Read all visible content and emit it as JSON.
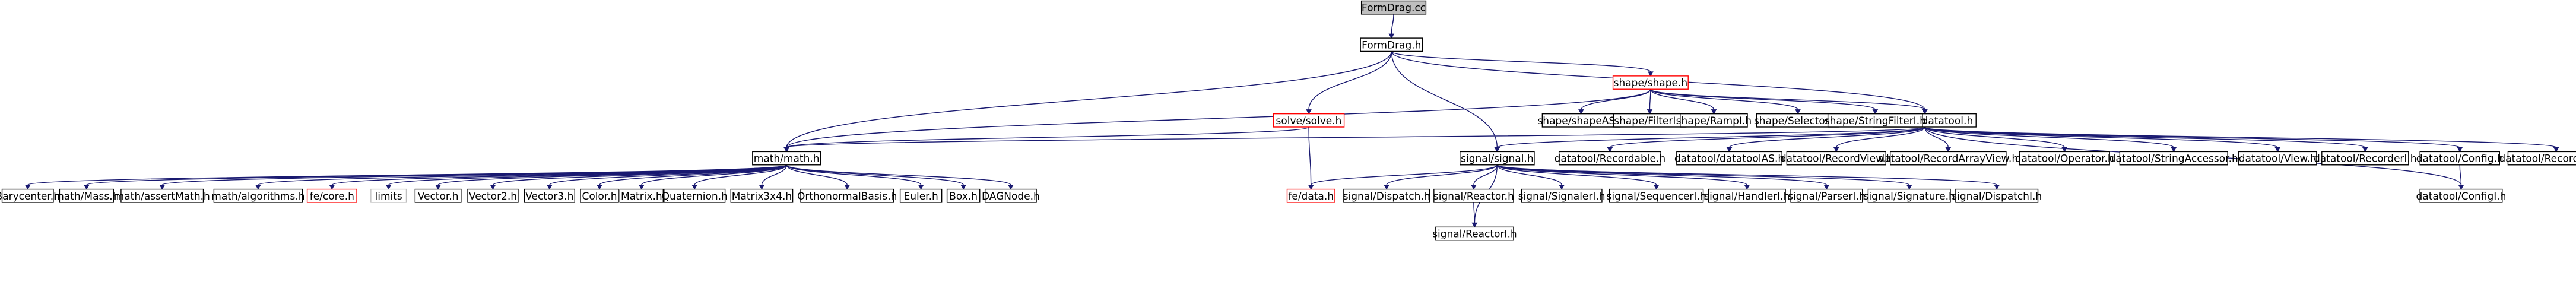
{
  "nodes": [
    {
      "id": "root",
      "label": "FormDrag.cc",
      "style": "root"
    },
    {
      "id": "formdrag_h",
      "label": "FormDrag.h",
      "style": "normal"
    },
    {
      "id": "shape_h",
      "label": "shape/shape.h",
      "style": "red"
    },
    {
      "id": "solve_h",
      "label": "solve/solve.h",
      "style": "red"
    },
    {
      "id": "datatool_h",
      "label": "datatool/datatool.h",
      "style": "normal"
    },
    {
      "id": "math_h",
      "label": "math/math.h",
      "style": "normal"
    },
    {
      "id": "signal_h",
      "label": "signal/signal.h",
      "style": "normal"
    },
    {
      "id": "shapeAS",
      "label": "shape/shapeAS.h",
      "style": "normal"
    },
    {
      "id": "filterI",
      "label": "shape/FilterI.h",
      "style": "normal"
    },
    {
      "id": "rampI",
      "label": "shape/RampI.h",
      "style": "normal"
    },
    {
      "id": "selectorI",
      "label": "shape/SelectorI.h",
      "style": "normal"
    },
    {
      "id": "stringFilterI",
      "label": "shape/StringFilterI.h",
      "style": "normal"
    },
    {
      "id": "recordable",
      "label": "datatool/Recordable.h",
      "style": "normal"
    },
    {
      "id": "datatoolAS",
      "label": "datatool/datatoolAS.h",
      "style": "normal"
    },
    {
      "id": "recordView",
      "label": "datatool/RecordView.h",
      "style": "normal"
    },
    {
      "id": "recordArrayView",
      "label": "datatool/RecordArrayView.h",
      "style": "normal"
    },
    {
      "id": "dtOperator",
      "label": "datatool/Operator.h",
      "style": "normal"
    },
    {
      "id": "stringAccessor",
      "label": "datatool/StringAccessor.h",
      "style": "normal"
    },
    {
      "id": "dtView",
      "label": "datatool/View.h",
      "style": "normal"
    },
    {
      "id": "recorderI",
      "label": "datatool/RecorderI.h",
      "style": "normal"
    },
    {
      "id": "dtConfig",
      "label": "datatool/Config.h",
      "style": "normal"
    },
    {
      "id": "recordableI",
      "label": "datatool/RecordableI.h",
      "style": "normal"
    },
    {
      "id": "configI",
      "label": "datatool/ConfigI.h",
      "style": "normal"
    },
    {
      "id": "barycenter",
      "label": "Barycenter.h",
      "style": "normal"
    },
    {
      "id": "mass",
      "label": "math/Mass.h",
      "style": "normal"
    },
    {
      "id": "assertMath",
      "label": "math/assertMath.h",
      "style": "normal"
    },
    {
      "id": "algorithms",
      "label": "math/algorithms.h",
      "style": "normal"
    },
    {
      "id": "fecore",
      "label": "fe/core.h",
      "style": "red"
    },
    {
      "id": "limits",
      "label": "limits",
      "style": "plain"
    },
    {
      "id": "vector",
      "label": "Vector.h",
      "style": "normal"
    },
    {
      "id": "vector2",
      "label": "Vector2.h",
      "style": "normal"
    },
    {
      "id": "vector3",
      "label": "Vector3.h",
      "style": "normal"
    },
    {
      "id": "color",
      "label": "Color.h",
      "style": "normal"
    },
    {
      "id": "matrix",
      "label": "Matrix.h",
      "style": "normal"
    },
    {
      "id": "quaternion",
      "label": "Quaternion.h",
      "style": "normal"
    },
    {
      "id": "matrix3x4",
      "label": "Matrix3x4.h",
      "style": "normal"
    },
    {
      "id": "orthonormal",
      "label": "OrthonormalBasis.h",
      "style": "normal"
    },
    {
      "id": "euler",
      "label": "Euler.h",
      "style": "normal"
    },
    {
      "id": "box",
      "label": "Box.h",
      "style": "normal"
    },
    {
      "id": "dagnode",
      "label": "DAGNode.h",
      "style": "normal"
    },
    {
      "id": "fedata",
      "label": "fe/data.h",
      "style": "red"
    },
    {
      "id": "dispatch",
      "label": "signal/Dispatch.h",
      "style": "normal"
    },
    {
      "id": "reactor",
      "label": "signal/Reactor.h",
      "style": "normal"
    },
    {
      "id": "signalerI",
      "label": "signal/SignalerI.h",
      "style": "normal"
    },
    {
      "id": "sequencerI",
      "label": "signal/SequencerI.h",
      "style": "normal"
    },
    {
      "id": "handlerI",
      "label": "signal/HandlerI.h",
      "style": "normal"
    },
    {
      "id": "parserI",
      "label": "signal/ParserI.h",
      "style": "normal"
    },
    {
      "id": "signature",
      "label": "signal/Signature.h",
      "style": "normal"
    },
    {
      "id": "dispatchI",
      "label": "signal/DispatchI.h",
      "style": "normal"
    },
    {
      "id": "reactorI",
      "label": "signal/ReactorI.h",
      "style": "normal"
    }
  ],
  "edges": [
    [
      "root",
      "formdrag_h"
    ],
    [
      "formdrag_h",
      "shape_h"
    ],
    [
      "formdrag_h",
      "solve_h"
    ],
    [
      "formdrag_h",
      "datatool_h"
    ],
    [
      "formdrag_h",
      "math_h"
    ],
    [
      "formdrag_h",
      "signal_h"
    ],
    [
      "shape_h",
      "math_h"
    ],
    [
      "shape_h",
      "shapeAS"
    ],
    [
      "shape_h",
      "filterI"
    ],
    [
      "shape_h",
      "rampI"
    ],
    [
      "shape_h",
      "selectorI"
    ],
    [
      "shape_h",
      "stringFilterI"
    ],
    [
      "shape_h",
      "datatool_h"
    ],
    [
      "solve_h",
      "math_h"
    ],
    [
      "solve_h",
      "fedata"
    ],
    [
      "datatool_h",
      "math_h"
    ],
    [
      "datatool_h",
      "signal_h"
    ],
    [
      "datatool_h",
      "recordable"
    ],
    [
      "datatool_h",
      "datatoolAS"
    ],
    [
      "datatool_h",
      "recordView"
    ],
    [
      "datatool_h",
      "recordArrayView"
    ],
    [
      "datatool_h",
      "dtOperator"
    ],
    [
      "datatool_h",
      "stringAccessor"
    ],
    [
      "datatool_h",
      "dtView"
    ],
    [
      "datatool_h",
      "recorderI"
    ],
    [
      "datatool_h",
      "dtConfig"
    ],
    [
      "datatool_h",
      "recordableI"
    ],
    [
      "datatool_h",
      "configI"
    ],
    [
      "dtConfig",
      "configI"
    ],
    [
      "math_h",
      "barycenter"
    ],
    [
      "math_h",
      "mass"
    ],
    [
      "math_h",
      "assertMath"
    ],
    [
      "math_h",
      "algorithms"
    ],
    [
      "math_h",
      "fecore"
    ],
    [
      "math_h",
      "limits"
    ],
    [
      "math_h",
      "vector"
    ],
    [
      "math_h",
      "vector2"
    ],
    [
      "math_h",
      "vector3"
    ],
    [
      "math_h",
      "color"
    ],
    [
      "math_h",
      "matrix"
    ],
    [
      "math_h",
      "quaternion"
    ],
    [
      "math_h",
      "matrix3x4"
    ],
    [
      "math_h",
      "orthonormal"
    ],
    [
      "math_h",
      "euler"
    ],
    [
      "math_h",
      "box"
    ],
    [
      "math_h",
      "dagnode"
    ],
    [
      "signal_h",
      "fedata"
    ],
    [
      "signal_h",
      "dispatch"
    ],
    [
      "signal_h",
      "reactor"
    ],
    [
      "signal_h",
      "signalerI"
    ],
    [
      "signal_h",
      "sequencerI"
    ],
    [
      "signal_h",
      "handlerI"
    ],
    [
      "signal_h",
      "parserI"
    ],
    [
      "signal_h",
      "signature"
    ],
    [
      "signal_h",
      "dispatchI"
    ],
    [
      "signal_h",
      "reactorI"
    ],
    [
      "reactor",
      "reactorI"
    ]
  ]
}
